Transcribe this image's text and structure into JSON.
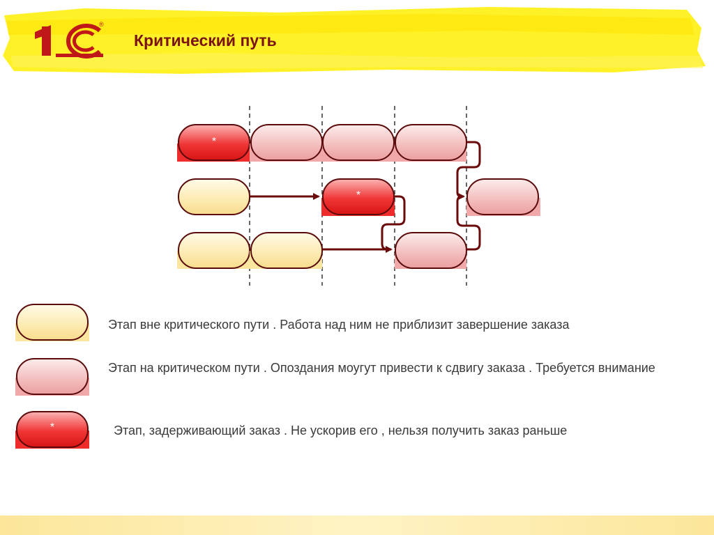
{
  "header": {
    "title": "Критический путь",
    "logo_text": "1С",
    "registered_mark": "®"
  },
  "diagram": {
    "critical_mark": "*",
    "rows": [
      {
        "stages": [
          "critical-delay",
          "critical",
          "critical",
          "critical"
        ]
      },
      {
        "stages": [
          "non-critical",
          "critical-delay",
          "critical"
        ]
      },
      {
        "stages": [
          "non-critical",
          "non-critical",
          "critical"
        ]
      }
    ]
  },
  "legend": {
    "items": [
      {
        "type": "non-critical",
        "mark": "",
        "text": "Этап вне критического пути . Работа над ним не приблизит завершение заказа"
      },
      {
        "type": "critical",
        "mark": "",
        "text": "Этап на критическом пути . Опоздания моугут привести к сдвигу заказа  . Требуется внимание"
      },
      {
        "type": "critical-delay",
        "mark": "*",
        "text": "Этап, задерживающий заказ . Не ускорив его , нельзя получить заказ раньше"
      }
    ]
  },
  "colors": {
    "highlighter": "#ffee22",
    "title": "#7a1414",
    "outline": "#5a0a0a",
    "arrow": "#6b0a0a",
    "non_critical_fill": "#fde9a8",
    "critical_fill": "#f2b0b0",
    "critical_delay_fill": "#f02828"
  }
}
